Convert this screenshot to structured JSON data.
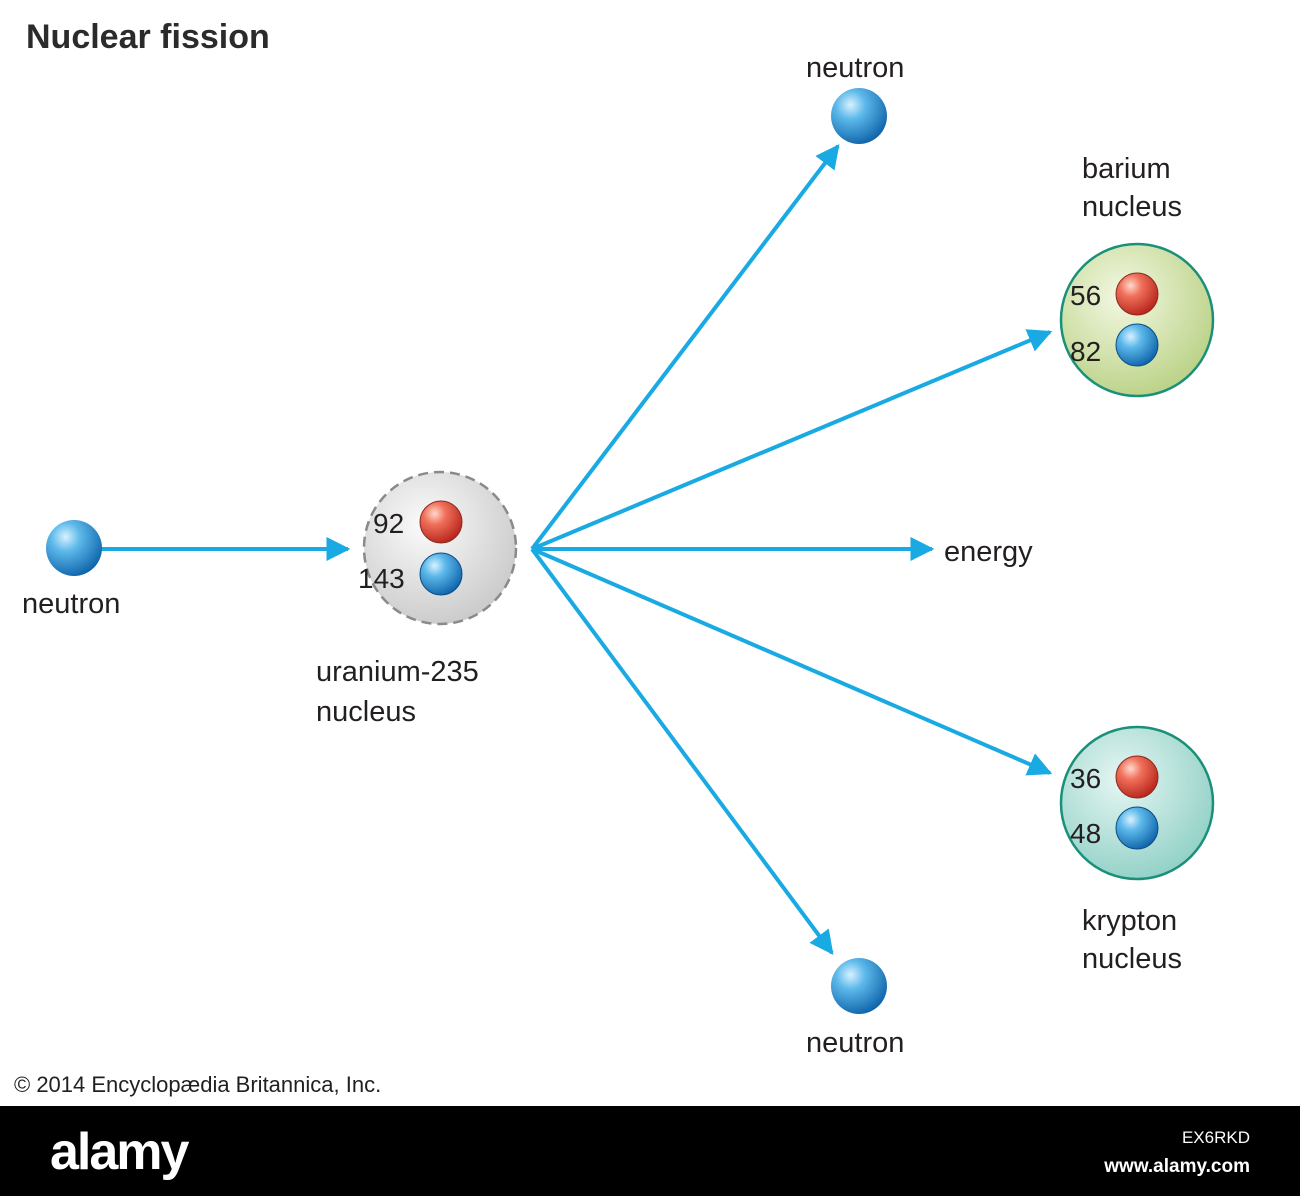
{
  "title": "Nuclear fission",
  "labels": {
    "incoming_neutron": "neutron",
    "uranium_line1": "uranium-235",
    "uranium_line2": "nucleus",
    "neutron_top": "neutron",
    "neutron_bottom": "neutron",
    "barium_line1": "barium",
    "barium_line2": "nucleus",
    "krypton_line1": "krypton",
    "krypton_line2": "nucleus",
    "energy": "energy"
  },
  "nuclei": {
    "uranium": {
      "protons": "92",
      "neutrons": "143"
    },
    "barium": {
      "protons": "56",
      "neutrons": "82"
    },
    "krypton": {
      "protons": "36",
      "neutrons": "48"
    }
  },
  "copyright": "© 2014 Encyclopædia Britannica, Inc.",
  "footer": {
    "brand": "alamy",
    "image_id": "EX6RKD",
    "site": "www.alamy.com"
  },
  "colors": {
    "arrow": "#1aaae3",
    "proton": "#e0412f",
    "neutron": "#1a8fd6",
    "barium_fill": "#c9dc9a",
    "krypton_fill": "#a6dcd4",
    "uranium_fill": "#dedede"
  }
}
